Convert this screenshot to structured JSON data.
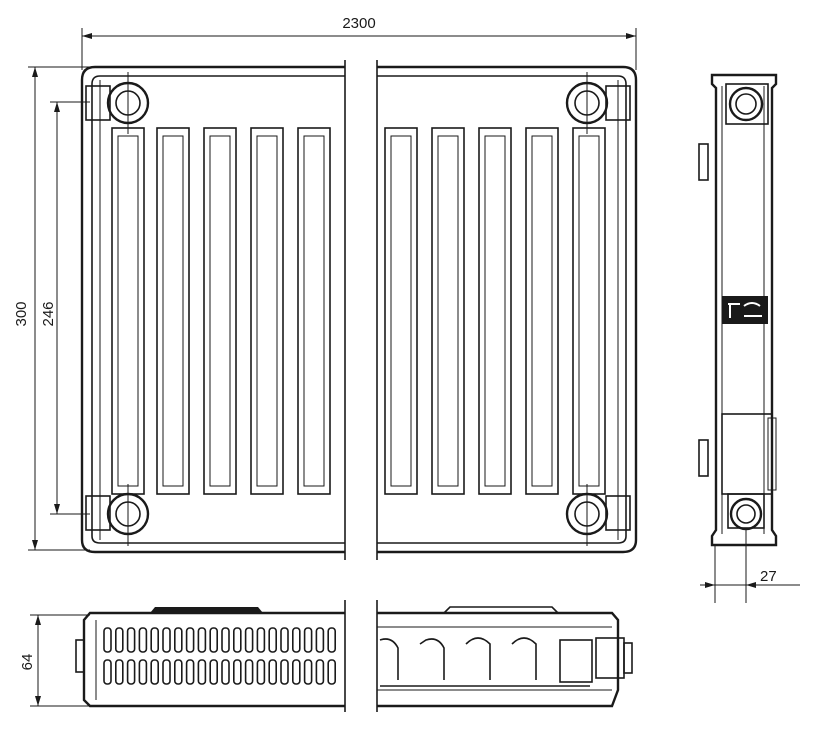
{
  "dimensions": {
    "length": "2300",
    "height": "300",
    "center_distance": "246",
    "depth": "64",
    "connection_offset": "27"
  }
}
